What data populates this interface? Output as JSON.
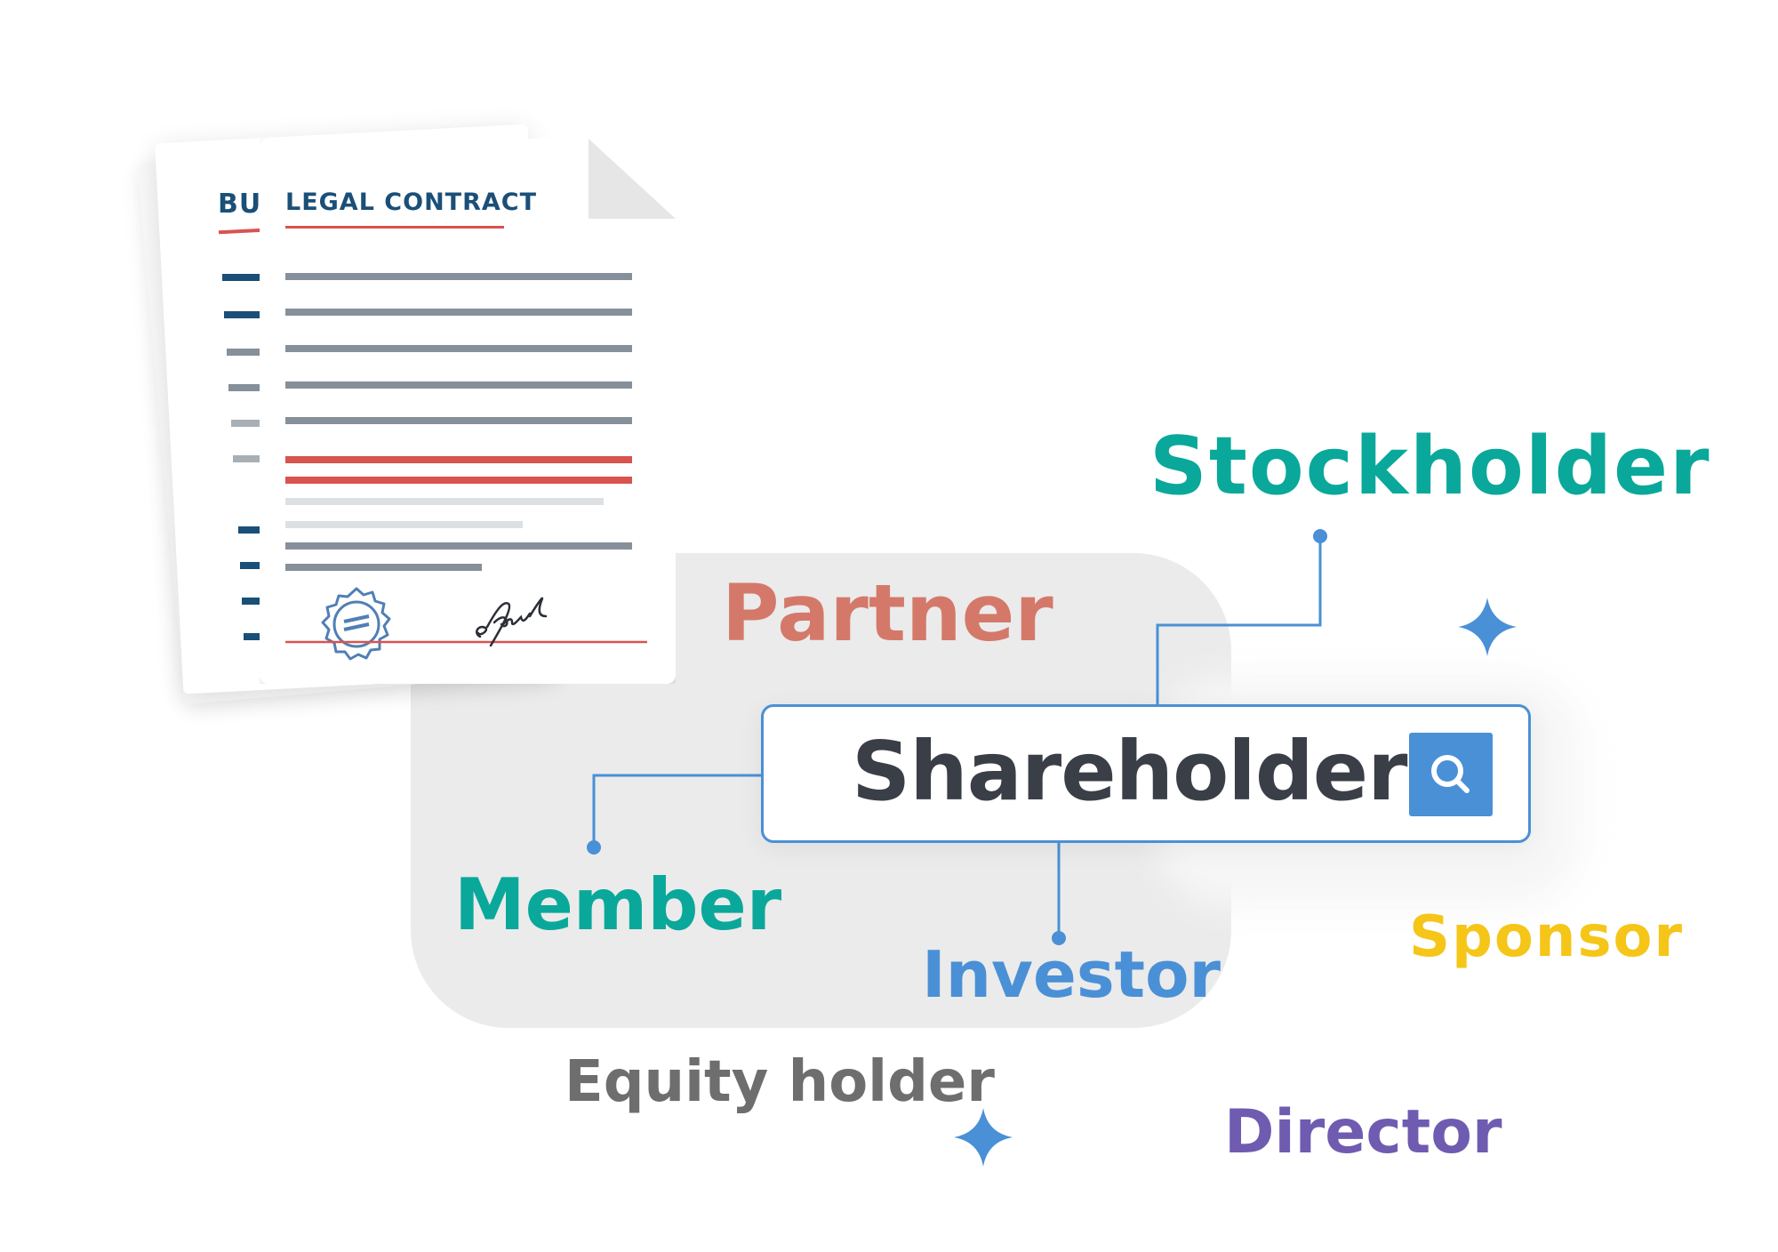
{
  "documents": {
    "back_title": "BU",
    "front_title": "LEGAL CONTRACT"
  },
  "search": {
    "value": "Shareholder",
    "button_icon": "search-icon"
  },
  "terms": {
    "stockholder": "Stockholder",
    "partner": "Partner",
    "member": "Member",
    "investor": "Investor",
    "sponsor": "Sponsor",
    "equity_holder": "Equity holder",
    "director": "Director"
  },
  "colors": {
    "teal": "#0aa89a",
    "coral": "#d4796a",
    "blue": "#4a90d6",
    "yellow": "#f5c518",
    "grey": "#6e6e6e",
    "purple": "#6f5bb0",
    "dark": "#3a3f47",
    "navy": "#1a4f78",
    "red": "#d9534f"
  }
}
